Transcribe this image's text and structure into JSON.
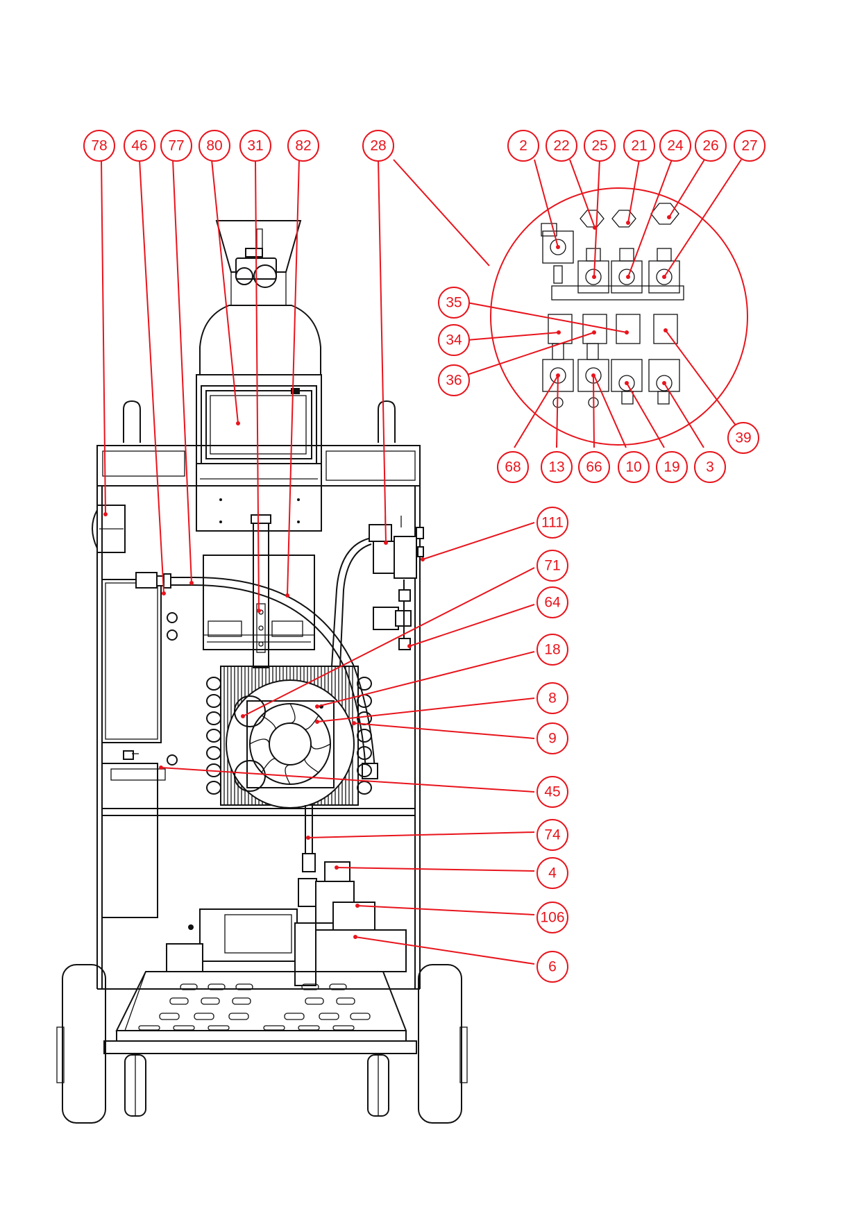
{
  "diagram": {
    "accent_color": "#e8141c",
    "line_color": "#111111",
    "callouts": [
      "78",
      "46",
      "77",
      "80",
      "31",
      "82",
      "28",
      "2",
      "22",
      "25",
      "21",
      "24",
      "26",
      "27",
      "35",
      "34",
      "36",
      "39",
      "68",
      "13",
      "66",
      "10",
      "19",
      "3",
      "111",
      "71",
      "64",
      "18",
      "8",
      "9",
      "45",
      "74",
      "4",
      "106",
      "6"
    ]
  }
}
